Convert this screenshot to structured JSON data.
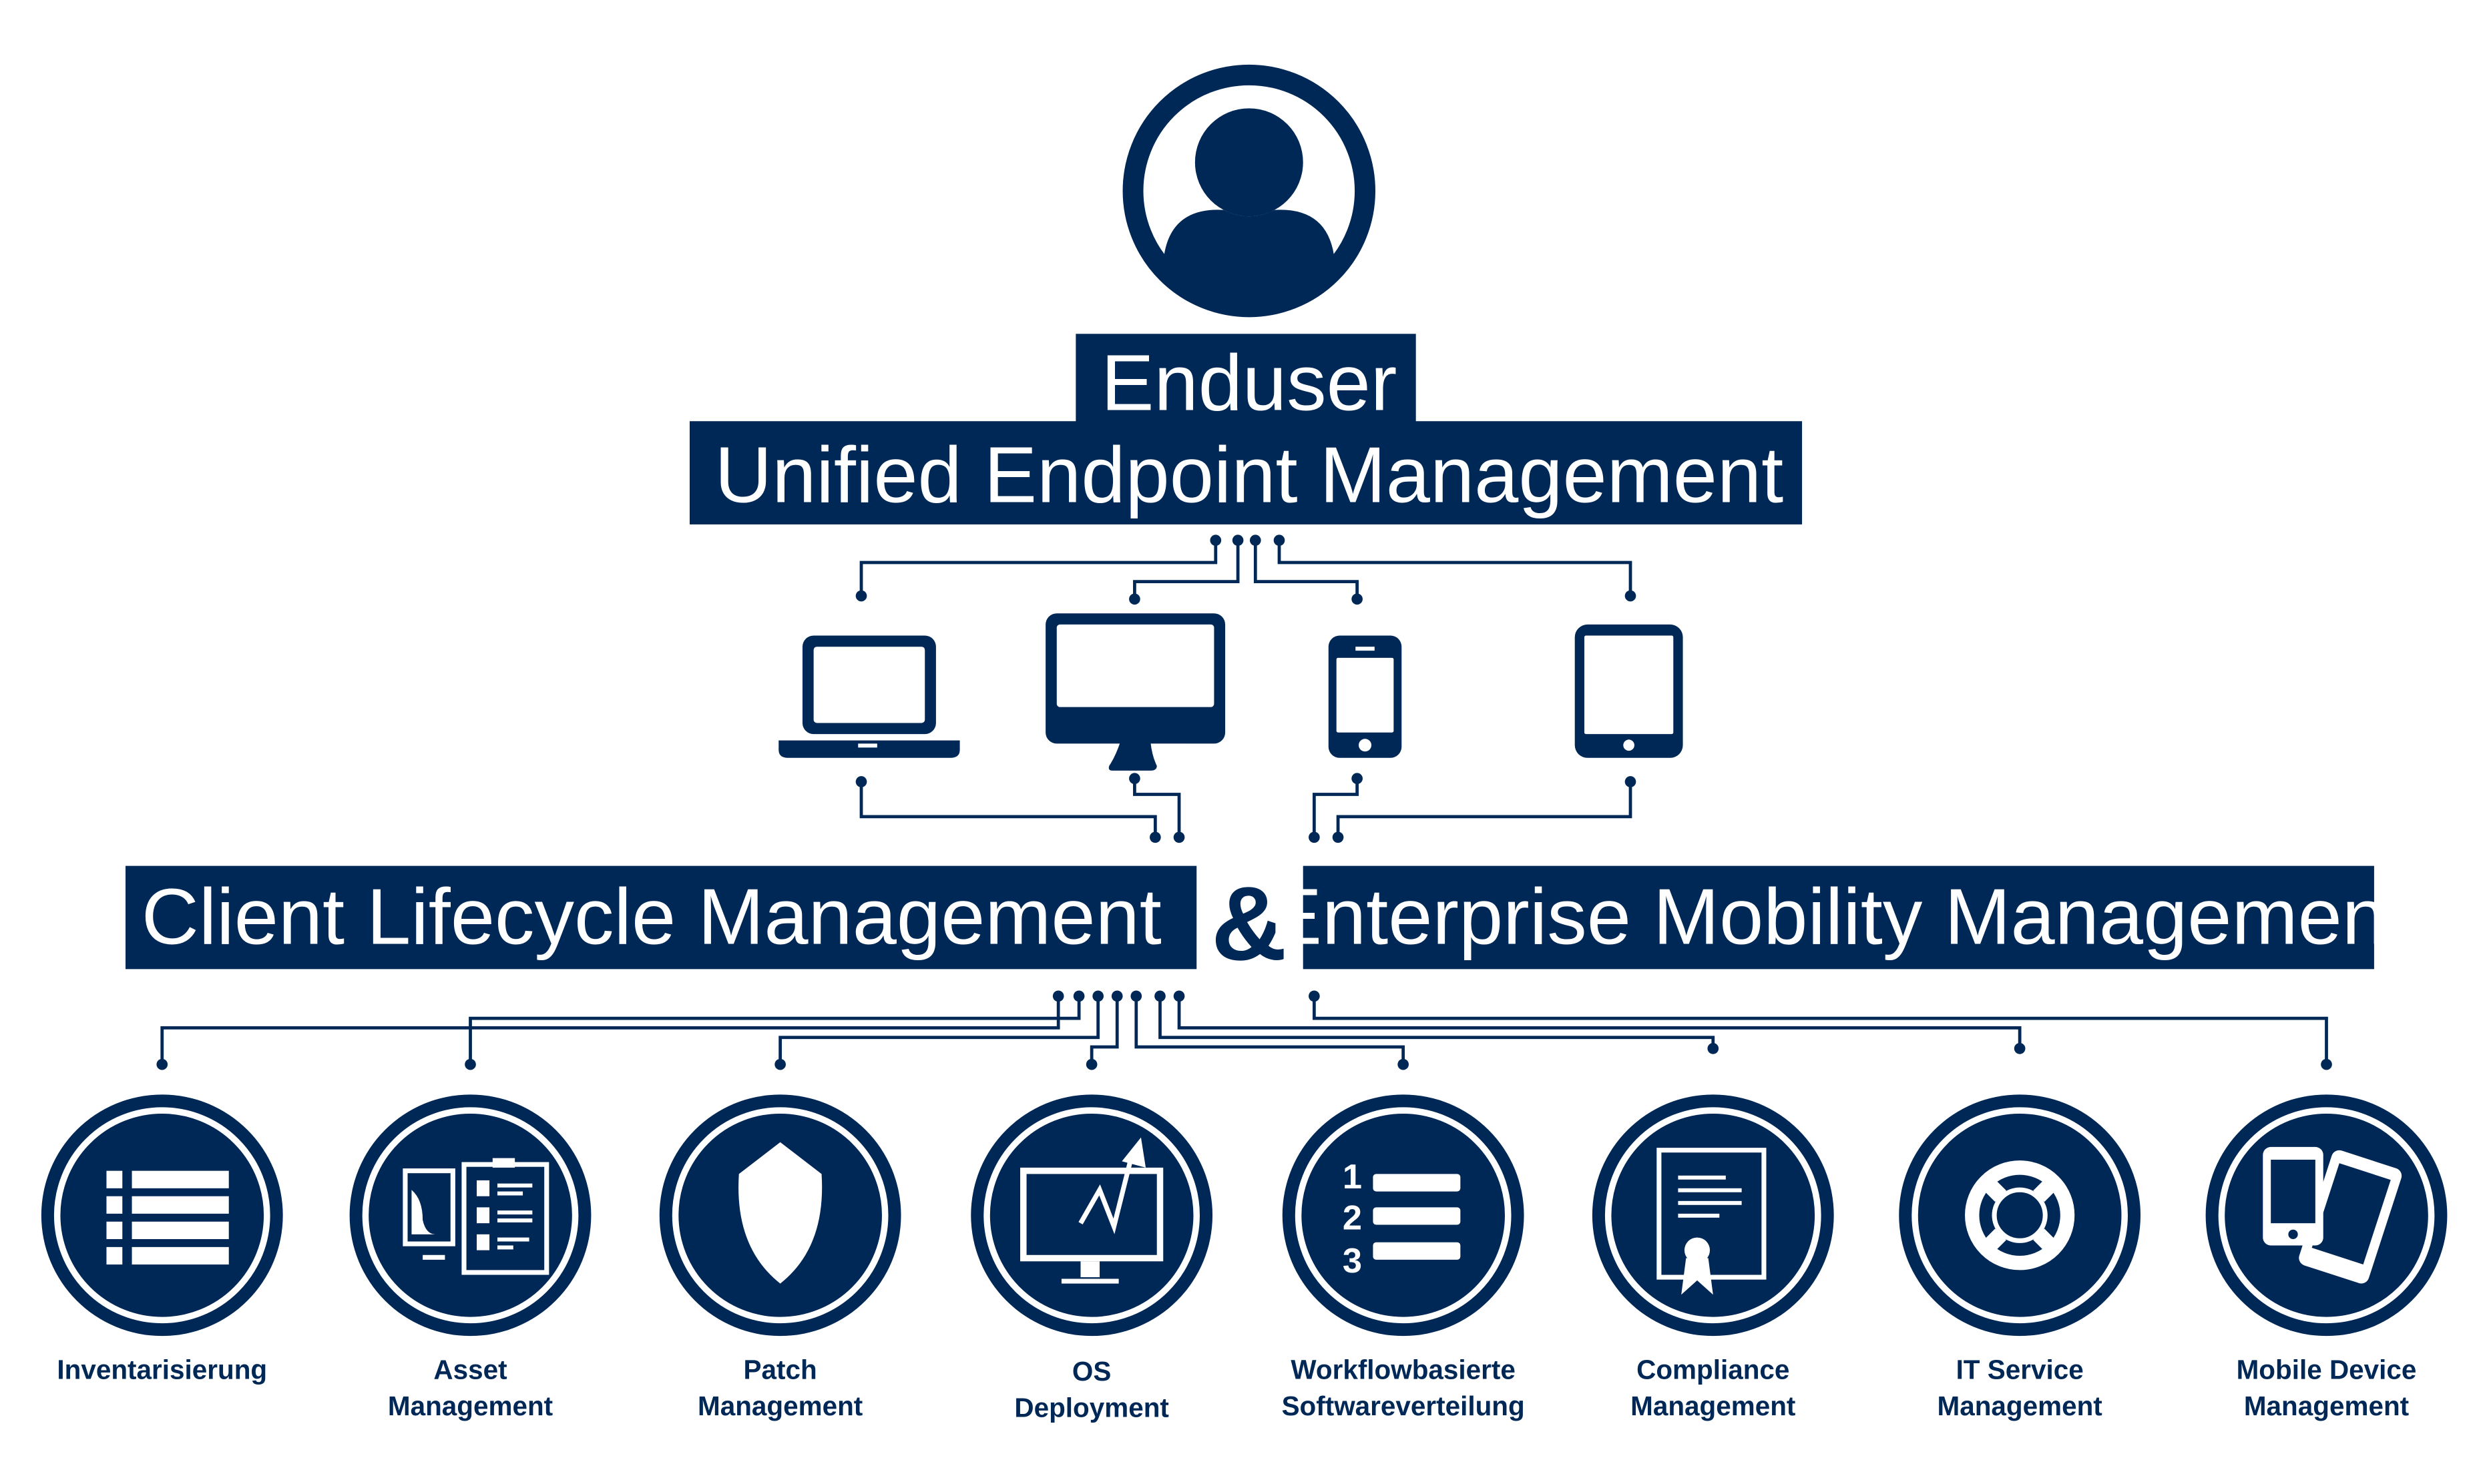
{
  "colors": {
    "primary": "#002856",
    "background": "#ffffff"
  },
  "top": {
    "enduser": "Enduser",
    "uem": "Unified Endpoint Management",
    "icon": "user-icon"
  },
  "devices": [
    "laptop-icon",
    "desktop-monitor-icon",
    "smartphone-icon",
    "tablet-icon"
  ],
  "middle": {
    "clm": "Client Lifecycle Management",
    "ampersand": "&",
    "emm": "Enterprise Mobility Management"
  },
  "modules": [
    {
      "line1": "Inventarisierung",
      "line2": "",
      "icon": "list-icon"
    },
    {
      "line1": "Asset",
      "line2": "Management",
      "icon": "asset-clipboard-icon"
    },
    {
      "line1": "Patch",
      "line2": "Management",
      "icon": "shield-icon"
    },
    {
      "line1": "OS",
      "line2": "Deployment",
      "icon": "monitor-chart-icon"
    },
    {
      "line1": "Workflowbasierte",
      "line2": "Softwareverteilung",
      "icon": "numbered-list-icon"
    },
    {
      "line1": "Compliance",
      "line2": "Management",
      "icon": "certificate-icon"
    },
    {
      "line1": "IT Service",
      "line2": "Management",
      "icon": "lifebuoy-icon"
    },
    {
      "line1": "Mobile Device",
      "line2": "Management",
      "icon": "mobile-devices-icon"
    }
  ]
}
